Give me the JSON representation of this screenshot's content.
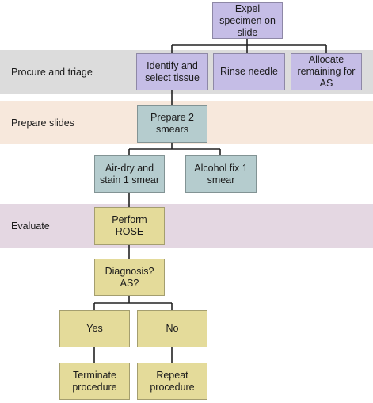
{
  "bands": [
    {
      "id": "procure",
      "label": "Procure and triage",
      "color": "#dcdcdc"
    },
    {
      "id": "prepare",
      "label": "Prepare slides",
      "color": "#f7e8dc"
    },
    {
      "id": "evaluate",
      "label": "Evaluate",
      "color": "#e4d7e2"
    }
  ],
  "nodes": {
    "expel": {
      "label": "Expel\nspecimen on\nslide",
      "color": "#c5bde6"
    },
    "identify": {
      "label": "Identify and\nselect tissue",
      "color": "#c5bde6"
    },
    "rinse": {
      "label": "Rinse needle",
      "color": "#c5bde6"
    },
    "allocate": {
      "label": "Allocate\nremaining for\nAS",
      "color": "#c5bde6"
    },
    "prepare_smears": {
      "label": "Prepare 2\nsmears",
      "color": "#b5ccce"
    },
    "airdry": {
      "label": "Air-dry and\nstain 1 smear",
      "color": "#b5ccce"
    },
    "alcohol": {
      "label": "Alcohol fix 1\nsmear",
      "color": "#b5ccce"
    },
    "rose": {
      "label": "Perform\nROSE",
      "color": "#e4db9a"
    },
    "diagnosis": {
      "label": "Diagnosis?\nAS?",
      "color": "#e4db9a"
    },
    "yes": {
      "label": "Yes",
      "color": "#e4db9a"
    },
    "no": {
      "label": "No",
      "color": "#e4db9a"
    },
    "terminate": {
      "label": "Terminate\nprocedure",
      "color": "#e4db9a"
    },
    "repeat": {
      "label": "Repeat\nprocedure",
      "color": "#e4db9a"
    }
  }
}
